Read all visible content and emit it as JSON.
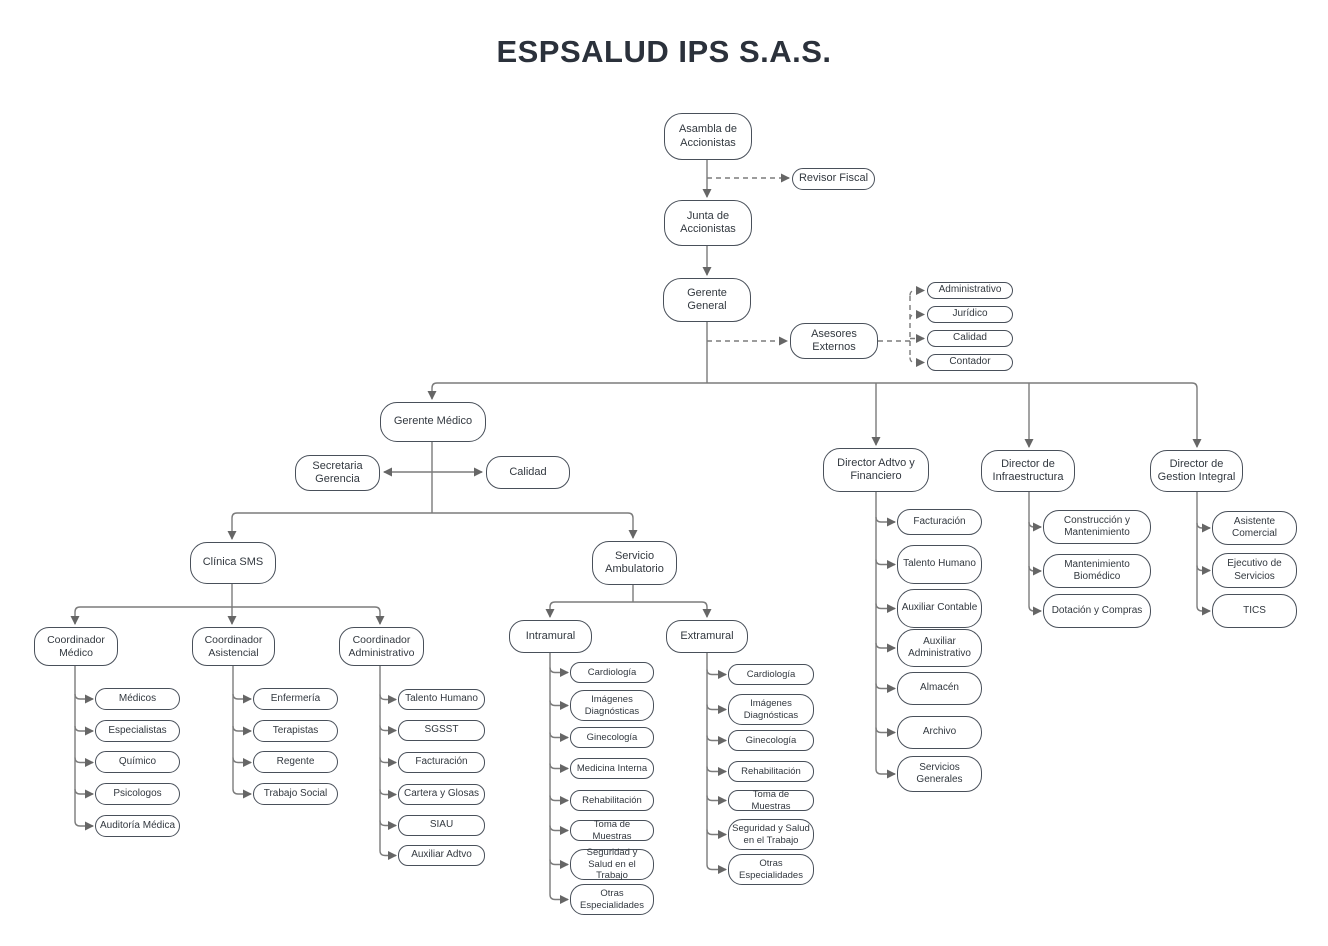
{
  "title": "ESPSALUD IPS S.A.S.",
  "colors": {
    "node_border": "#49505a",
    "connector_line": "#7b7b7b",
    "arrowhead": "#666666",
    "text": "#32383f",
    "background": "#ffffff"
  },
  "top": {
    "asamblea": "Asambla de Accionistas",
    "revisor_fiscal": "Revisor Fiscal",
    "junta": "Junta de Accionistas",
    "gerente_general": "Gerente General",
    "asesores_externos": "Asesores Externos",
    "asesores_items": [
      "Administrativo",
      "Jurídico",
      "Calidad",
      "Contador"
    ]
  },
  "medico": {
    "gerente_medico": "Gerente Médico",
    "secretaria": "Secretaria Gerencia",
    "calidad": "Calidad",
    "clinica_sms": "Clínica SMS",
    "coordinadores": [
      {
        "label": "Coordinador Médico",
        "items": [
          "Médicos",
          "Especialistas",
          "Químico",
          "Psicologos",
          "Auditoría Médica"
        ]
      },
      {
        "label": "Coordinador Asistencial",
        "items": [
          "Enfermería",
          "Terapistas",
          "Regente",
          "Trabajo Social"
        ]
      },
      {
        "label": "Coordinador Administrativo",
        "items": [
          "Talento Humano",
          "SGSST",
          "Facturación",
          "Cartera y Glosas",
          "SIAU",
          "Auxiliar Adtvo"
        ]
      }
    ],
    "servicio_ambulatorio": "Servicio Ambulatorio",
    "intramural": {
      "label": "Intramural",
      "items": [
        "Cardiología",
        "Imágenes Diagnósticas",
        "Ginecología",
        "Medicina Interna",
        "Rehabilitación",
        "Toma de Muestras",
        "Seguridad y Salud en el Trabajo",
        "Otras Especialidades"
      ]
    },
    "extramural": {
      "label": "Extramural",
      "items": [
        "Cardiología",
        "Imágenes Diagnósticas",
        "Ginecología",
        "Rehabilitación",
        "Toma de Muestras",
        "Seguridad y Salud en el Trabajo",
        "Otras Especialidades"
      ]
    }
  },
  "directores": [
    {
      "label": "Director Adtvo y Financiero",
      "items": [
        "Facturación",
        "Talento Humano",
        "Auxiliar Contable",
        "Auxiliar Administrativo",
        "Almacén",
        "Archivo",
        "Servicios Generales"
      ]
    },
    {
      "label": "Director de Infraestructura",
      "items": [
        "Construcción y Mantenimiento",
        "Mantenimiento Biomédico",
        "Dotación y Compras"
      ]
    },
    {
      "label": "Director de Gestion Integral",
      "items": [
        "Asistente Comercial",
        "Ejecutivo de Servicios",
        "TICS"
      ]
    }
  ]
}
